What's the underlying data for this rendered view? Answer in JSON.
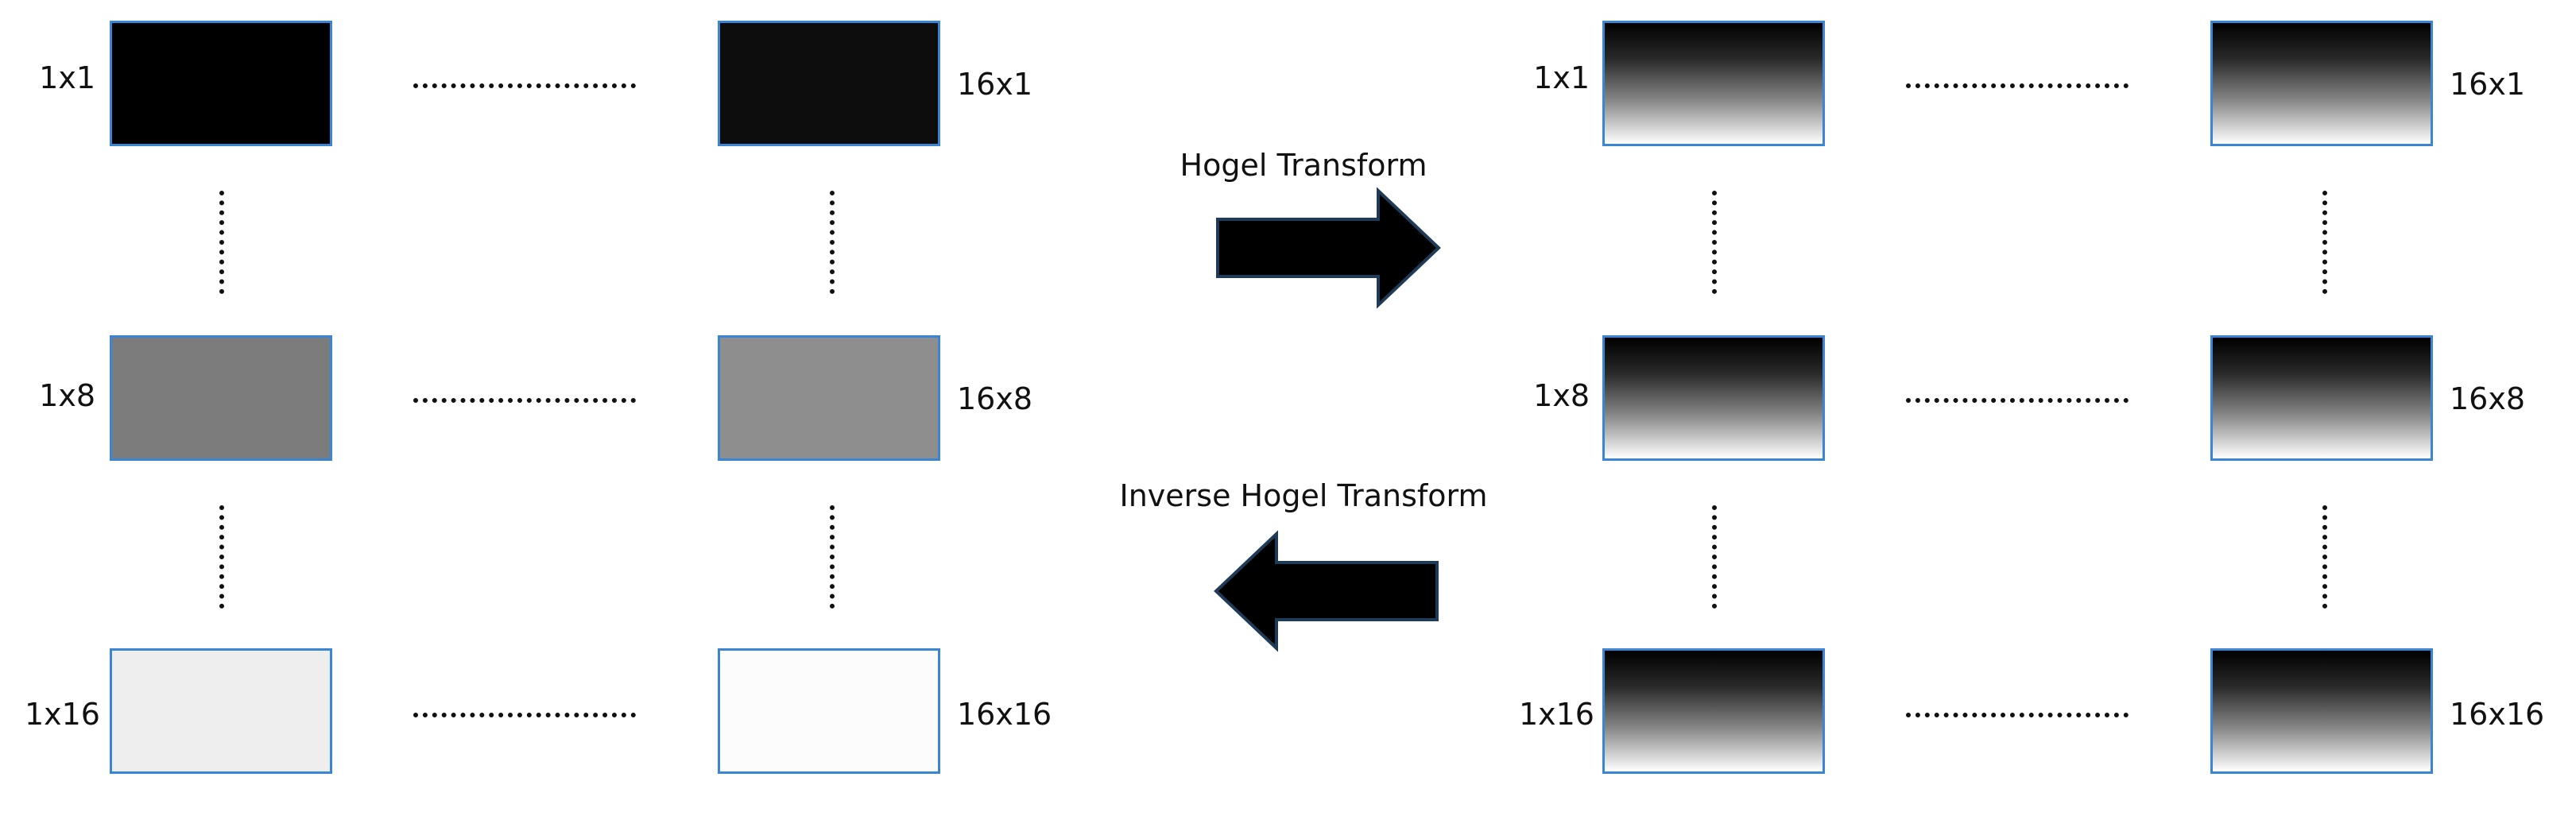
{
  "left_grid": {
    "row1": {
      "left_label": "1x1",
      "right_label": "16x1",
      "left_color": "#000000",
      "right_color": "#0d0d0d"
    },
    "row8": {
      "left_label": "1x8",
      "right_label": "16x8",
      "left_color": "#7c7c7c",
      "right_color": "#8e8e8e"
    },
    "row16": {
      "left_label": "1x16",
      "right_label": "16x16",
      "left_color": "#eeeeee",
      "right_color": "#fcfcfc"
    }
  },
  "right_grid": {
    "row1": {
      "left_label": "1x1",
      "right_label": "16x1"
    },
    "row8": {
      "left_label": "1x8",
      "right_label": "16x8"
    },
    "row16": {
      "left_label": "1x16",
      "right_label": "16x16"
    }
  },
  "transforms": {
    "forward_label": "Hogel Transform",
    "inverse_label": "Inverse Hogel Transform"
  },
  "colors": {
    "tile_border": "#3a86d4",
    "arrow_fill": "#000000",
    "arrow_stroke": "#1f3b57"
  }
}
